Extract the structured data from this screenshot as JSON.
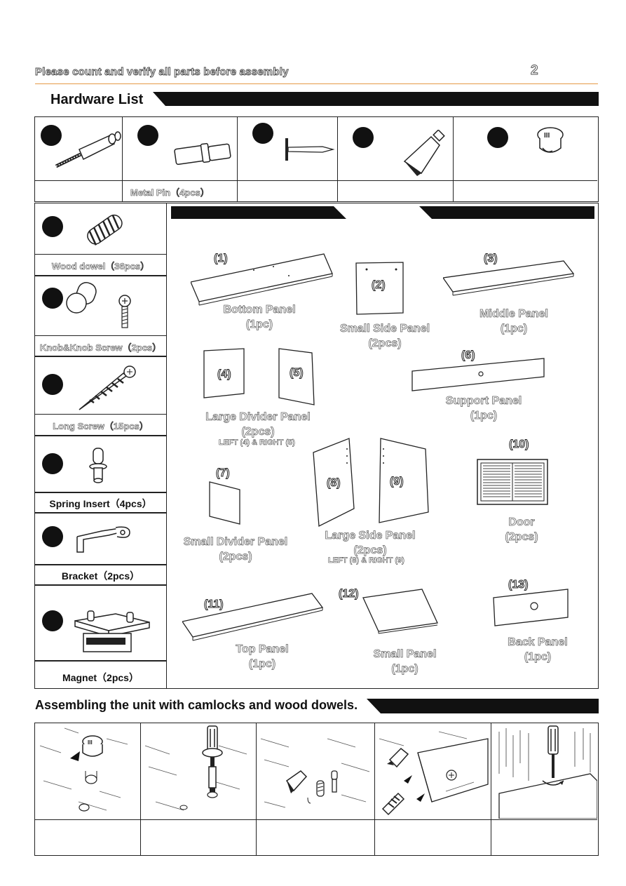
{
  "header": {
    "note": "Please count and verify all parts before assembly",
    "page_number": "2"
  },
  "hardware": {
    "title": "Hardware List",
    "top_row": [
      {
        "label": "",
        "icon": "camlock-bolt-icon"
      },
      {
        "label": "Metal Pin（4pcs）",
        "icon": "metal-pin-icon"
      },
      {
        "label": "",
        "icon": "nail-icon"
      },
      {
        "label": "",
        "icon": "glue-tube-icon"
      },
      {
        "label": "",
        "icon": "cam-lock-icon"
      }
    ],
    "left_column": [
      {
        "label": "Wood dowel（36pcs）",
        "icon": "wood-dowel-icon"
      },
      {
        "label": "Knob&Knob Screw（2pcs）",
        "icon": "knob-icon"
      },
      {
        "label": "Long Screw（15pcs）",
        "icon": "long-screw-icon"
      },
      {
        "label": "Spring Insert（4pcs）",
        "icon": "spring-insert-icon"
      },
      {
        "label": "Bracket（2pcs）",
        "icon": "bracket-icon"
      },
      {
        "label": "Magnet（2pcs）",
        "icon": "magnet-icon"
      }
    ]
  },
  "panels": [
    {
      "num": "(1)",
      "name": "Bottom Panel",
      "qty": "(1pc)"
    },
    {
      "num": "(2)",
      "name": "Small Side Panel",
      "qty": "(2pcs)"
    },
    {
      "num": "(3)",
      "name": "Middle Panel",
      "qty": "(1pc)"
    },
    {
      "num": "(4)",
      "num2": "(5)",
      "name": "Large Divider Panel",
      "qty": "(2pcs)",
      "note_l": "LEFT",
      "note_lv": " (4) ",
      "note_amp": "& ",
      "note_r": "RIGHT",
      "note_rv": " (5)"
    },
    {
      "num": "(6)",
      "name": "Support Panel",
      "qty": "(1pc)"
    },
    {
      "num": "(7)",
      "name": "Small Divider Panel",
      "qty": "(2pcs)"
    },
    {
      "num": "(8)",
      "num2": "(9)",
      "name": "Large Side Panel",
      "qty": "(2pcs)",
      "note_l": "LEFT",
      "note_lv": " (8) ",
      "note_amp": "& ",
      "note_r": "RIGHT",
      "note_rv": " (9)"
    },
    {
      "num": "(10)",
      "name": "Door",
      "qty": "(2pcs)"
    },
    {
      "num": "(11)",
      "name": "Top Panel",
      "qty": "(1pc)"
    },
    {
      "num": "(12)",
      "name": "Small Panel",
      "qty": "(1pc)"
    },
    {
      "num": "(13)",
      "name": "Back Panel",
      "qty": "(1pc)"
    }
  ],
  "assembly": {
    "title": "Assembling the unit with camlocks and wood dowels.",
    "steps": [
      "",
      "",
      "",
      "",
      ""
    ]
  }
}
